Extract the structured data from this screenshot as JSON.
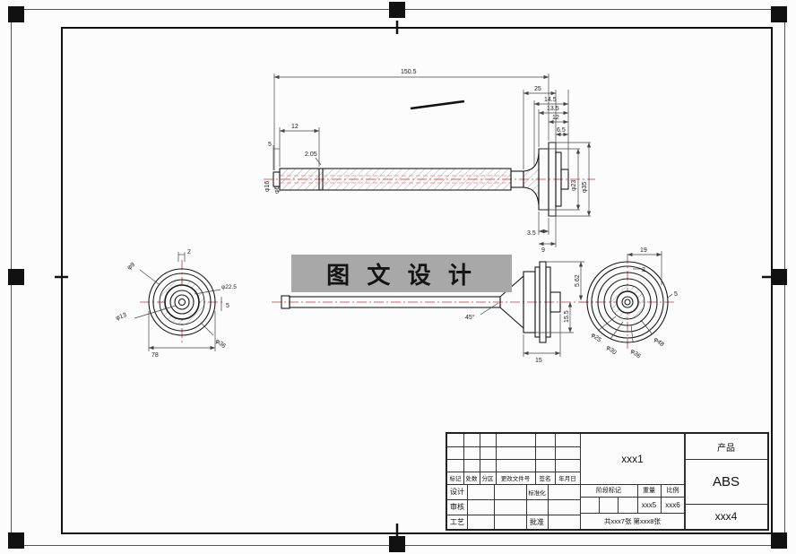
{
  "watermark": {
    "text": "图 文 设 计"
  },
  "dims": {
    "top": {
      "total_len": "150.5",
      "len_25": "25",
      "len_14_5": "14.5",
      "len_13_5": "13.5",
      "len_12_right": "12",
      "len_6_5": "6.5",
      "len_12_left": "12",
      "len_5": "5",
      "len_2_05": "2.05",
      "phi_16": "φ16",
      "phi_6": "φ6",
      "phi_23": "φ23",
      "phi_35": "φ35",
      "len_3_5": "3.5",
      "len_9": "9"
    },
    "front": {
      "angle_45": "45°",
      "len_5_62": "5.62",
      "len_15_5": "15.5",
      "len_15": "15"
    },
    "left_view": {
      "len_2": "2",
      "phi_9": "φ9",
      "phi_13": "φ13",
      "phi_22_5": "φ22.5",
      "len_5": "5",
      "phi_36": "φ36",
      "len_78": "78"
    },
    "right_view": {
      "len_19": "19",
      "len_2": "2",
      "len_5": "5",
      "phi_25": "φ25",
      "phi_30": "φ30",
      "phi_36": "φ36",
      "phi_48": "φ48"
    }
  },
  "title_block": {
    "part_name": "xxx1",
    "product_label": "产品",
    "material": "ABS",
    "company": "xxx4",
    "header_cells": [
      "标记",
      "处数",
      "分区",
      "更改文件号",
      "签名",
      "年月日"
    ],
    "design": "设计",
    "standardization": "标准化",
    "check": "审核",
    "process": "工艺",
    "approve": "批准",
    "stage_mark": "阶段标记",
    "weight": "重量",
    "scale": "比例",
    "weight_value": "xxx5",
    "scale_value": "xxx6",
    "sheet_info": "共xxx7张 第xxx8张"
  },
  "colors": {
    "line": "#1a1a1a",
    "centerline_red": "#cc3333",
    "watermark_bg": "#a8a8a8"
  }
}
